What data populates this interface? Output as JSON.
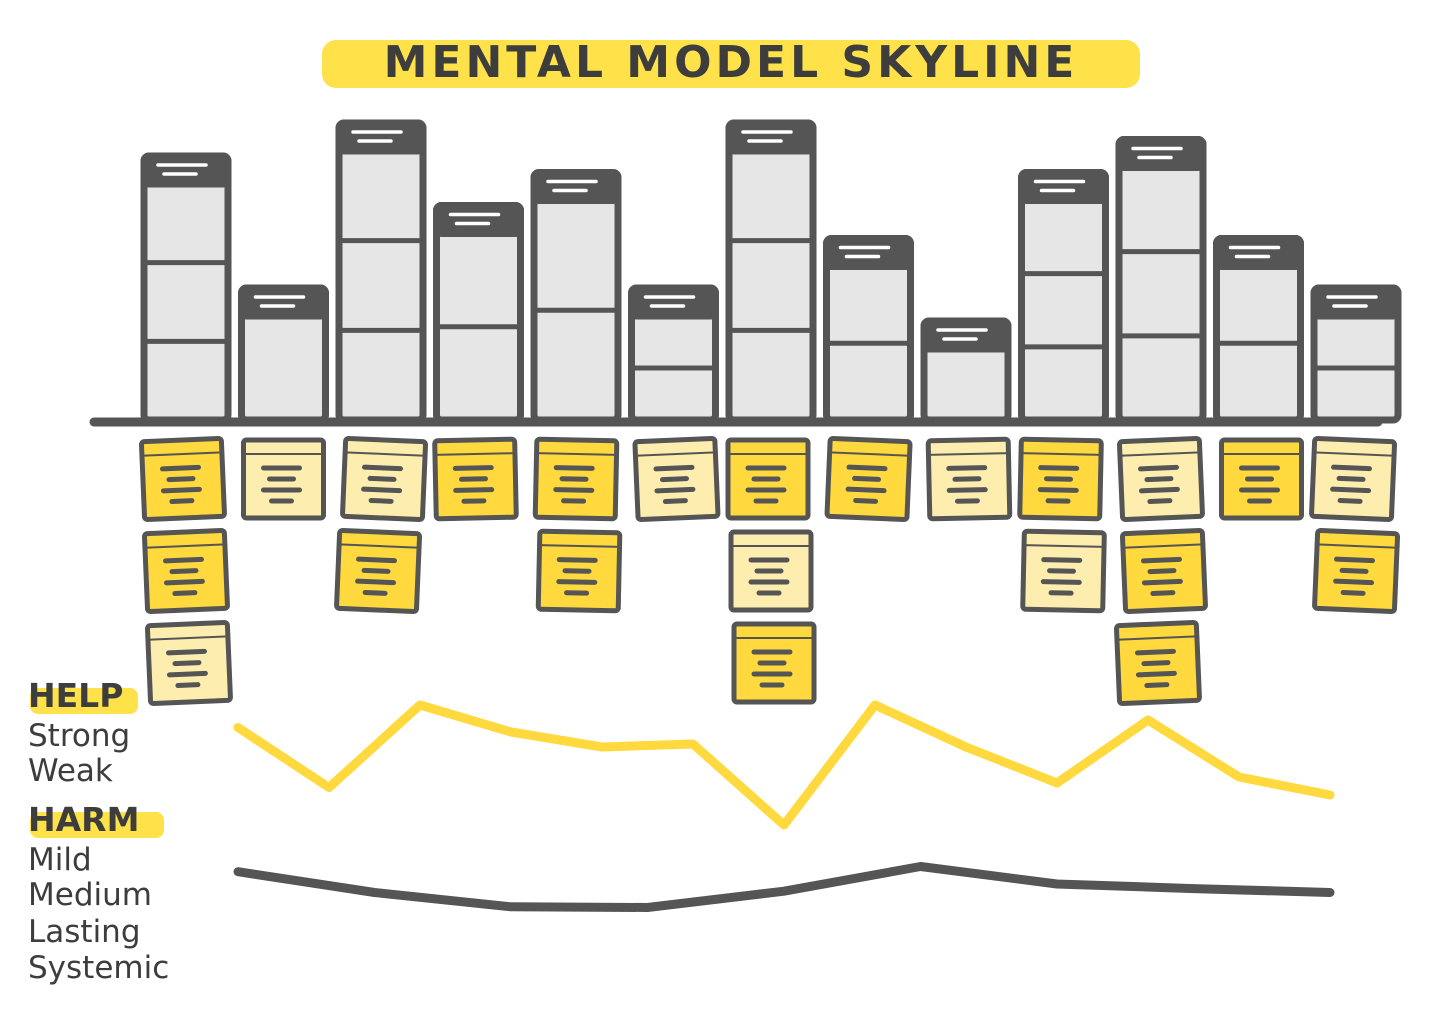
{
  "title": "MENTAL MODEL SKYLINE",
  "colors": {
    "yellow": "#ffd93d",
    "pale_yellow": "#fdeeb0",
    "ink": "#555555",
    "building_fill": "#e6e6e6",
    "line_dark": "#555555"
  },
  "legend": {
    "help": {
      "label": "HELP",
      "levels": [
        "Strong",
        "Weak"
      ]
    },
    "harm": {
      "label": "HARM",
      "levels": [
        "Mild",
        "Medium",
        "Lasting",
        "Systemic"
      ]
    }
  },
  "buildings": [
    {
      "height": 8,
      "floors": 3,
      "notes": [
        "yellow",
        "yellow",
        "pale"
      ]
    },
    {
      "height": 4,
      "floors": 1,
      "notes": [
        "pale"
      ]
    },
    {
      "height": 9,
      "floors": 3,
      "notes": [
        "pale",
        "yellow"
      ]
    },
    {
      "height": 6.5,
      "floors": 2,
      "notes": [
        "yellow"
      ]
    },
    {
      "height": 7.5,
      "floors": 2,
      "notes": [
        "yellow",
        "yellow"
      ]
    },
    {
      "height": 4,
      "floors": 2,
      "notes": [
        "pale"
      ]
    },
    {
      "height": 9,
      "floors": 3,
      "notes": [
        "yellow",
        "pale",
        "yellow"
      ]
    },
    {
      "height": 5.5,
      "floors": 2,
      "notes": [
        "yellow"
      ]
    },
    {
      "height": 3,
      "floors": 1,
      "notes": [
        "pale"
      ]
    },
    {
      "height": 7.5,
      "floors": 3,
      "notes": [
        "yellow",
        "pale"
      ]
    },
    {
      "height": 8.5,
      "floors": 3,
      "notes": [
        "pale",
        "yellow",
        "yellow"
      ]
    },
    {
      "height": 5.5,
      "floors": 2,
      "notes": [
        "yellow"
      ]
    },
    {
      "height": 4,
      "floors": 2,
      "notes": [
        "pale",
        "yellow"
      ]
    }
  ],
  "help_line": {
    "description_scale": "higher = strong, lower = weak",
    "values": [
      0.75,
      0.35,
      0.9,
      0.72,
      0.62,
      0.64,
      0.1,
      0.9,
      0.62,
      0.38,
      0.8,
      0.42,
      0.3
    ]
  },
  "harm_line": {
    "values": [
      0.82,
      0.5,
      0.28,
      0.27,
      0.52,
      0.9,
      0.63,
      0.56,
      0.5
    ]
  }
}
